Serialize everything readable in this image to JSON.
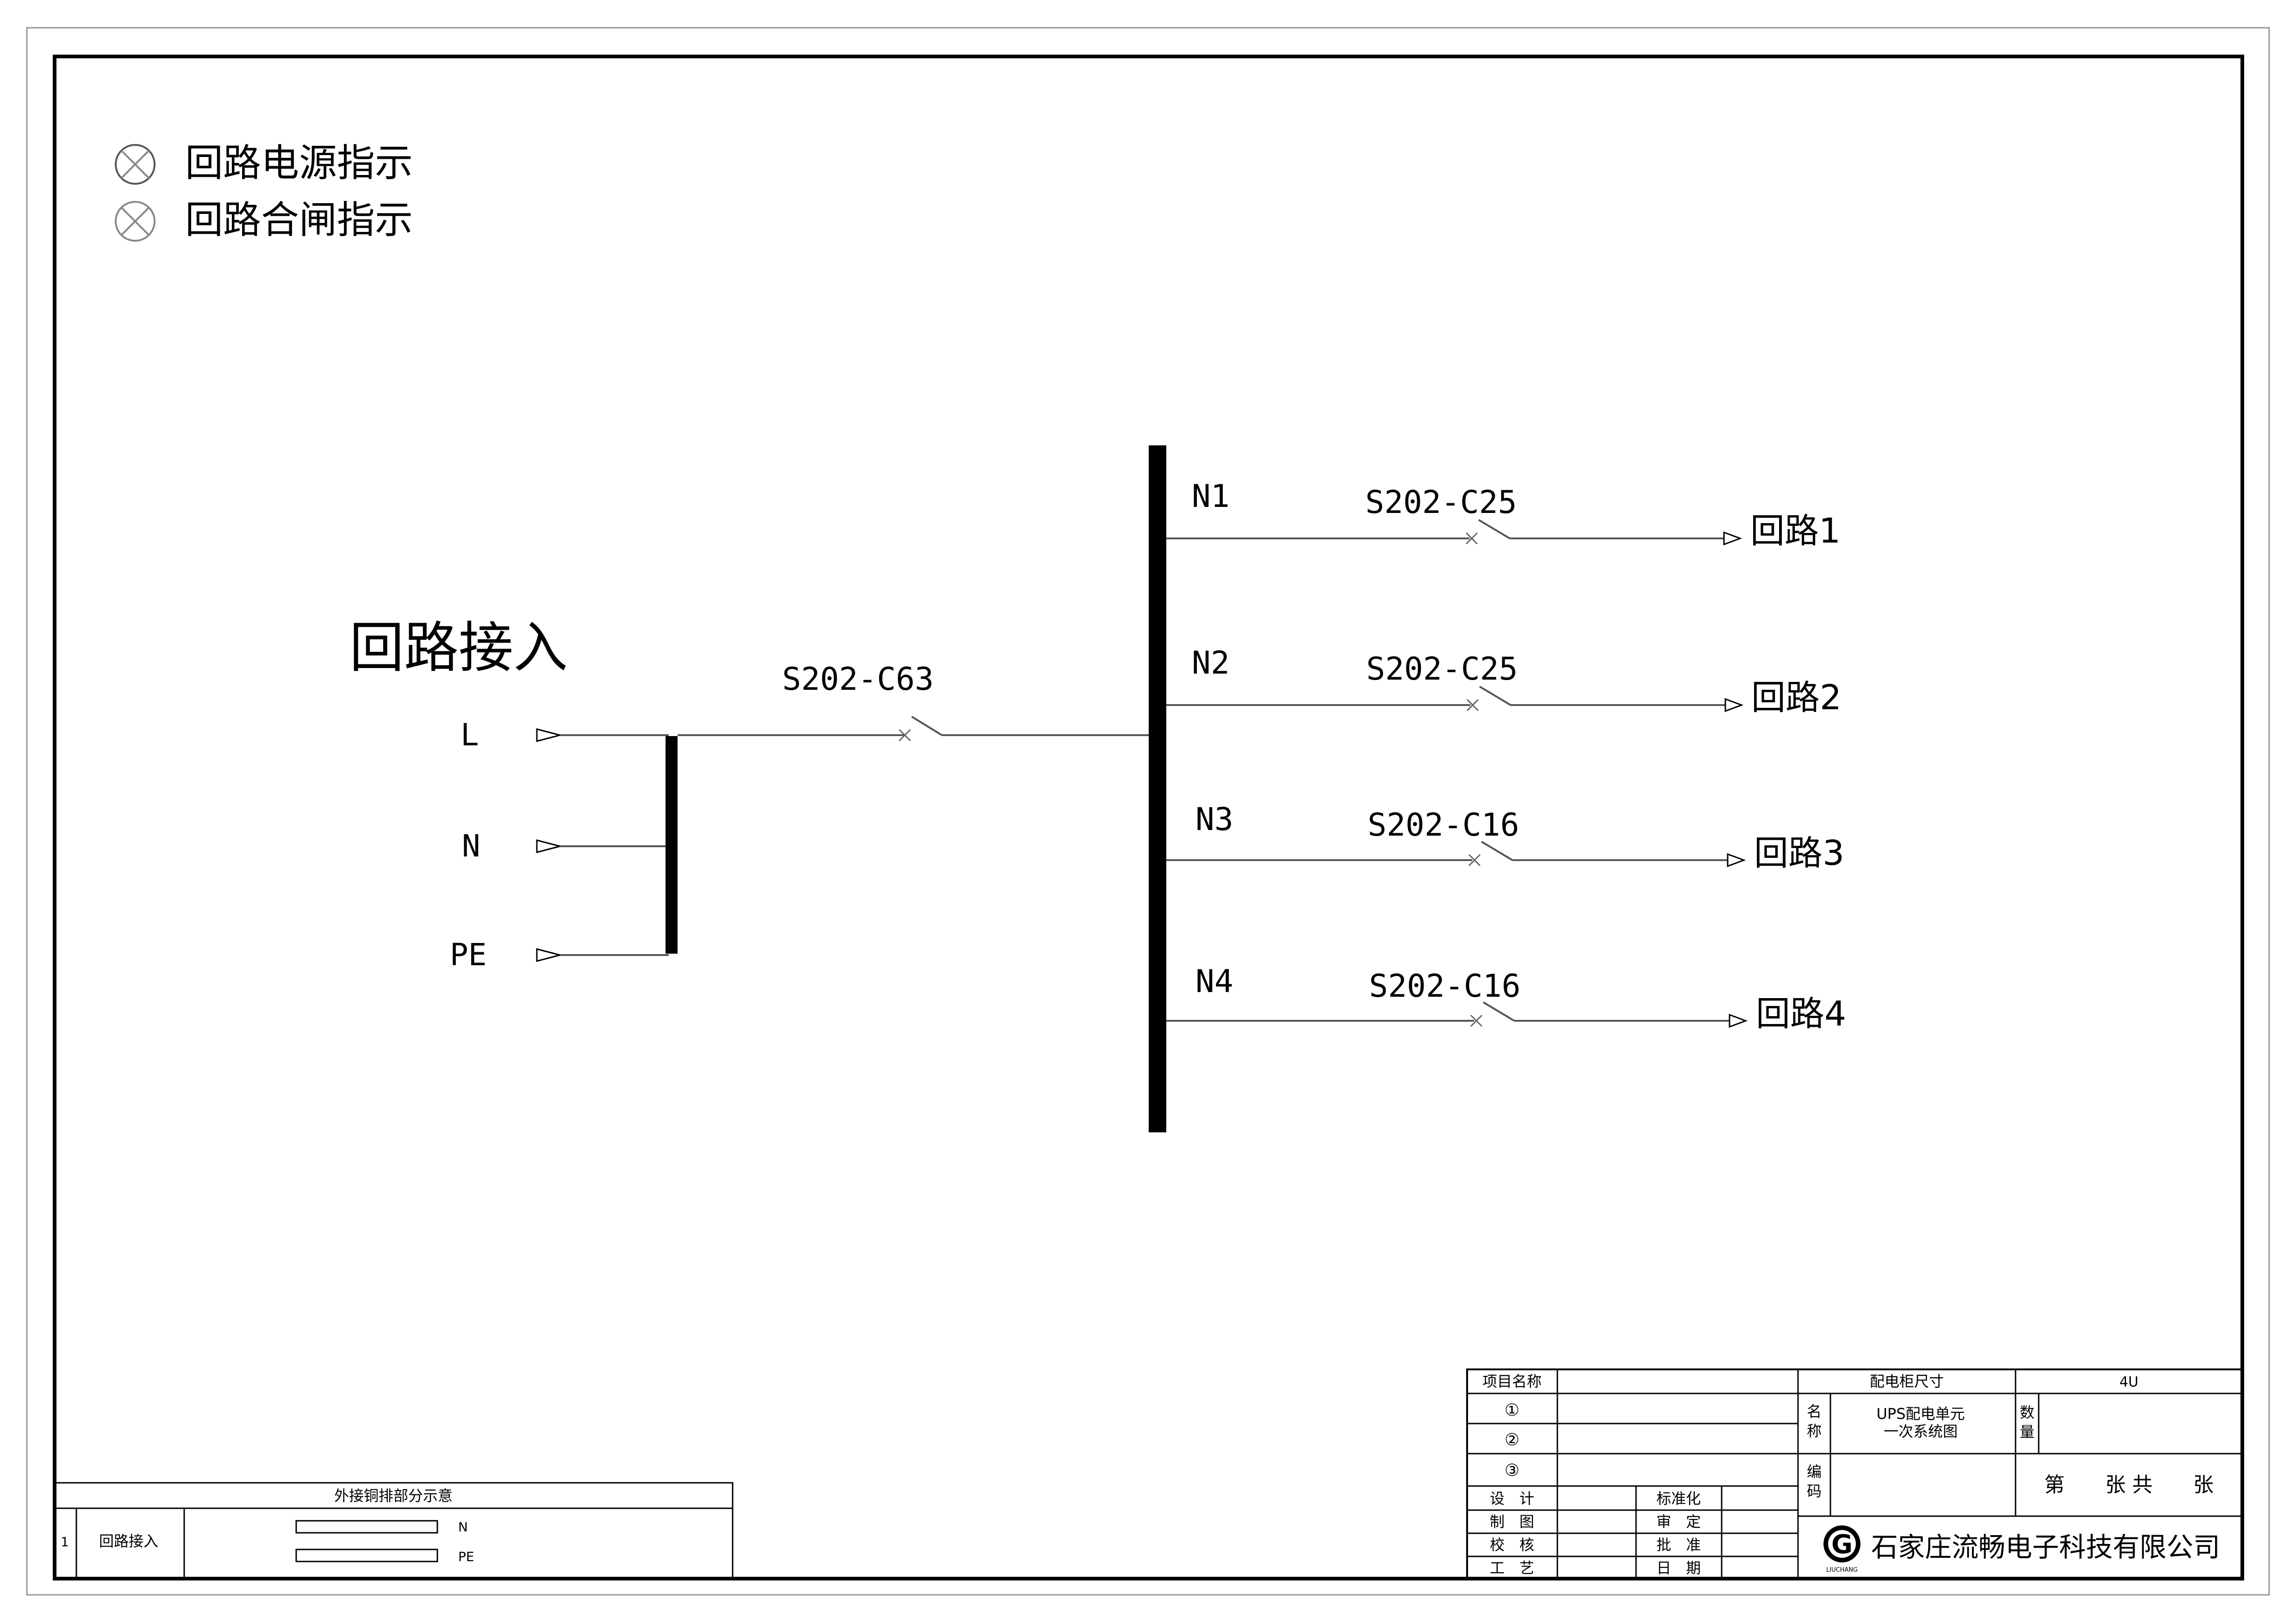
{
  "legend": [
    {
      "icon": "indicator-lamp-icon",
      "label": "回路电源指示"
    },
    {
      "icon": "indicator-lamp-icon",
      "label": "回路合闸指示"
    }
  ],
  "incoming": {
    "title": "回路接入",
    "phases": [
      "L",
      "N",
      "PE"
    ],
    "main_breaker": "S202-C63"
  },
  "branches": [
    {
      "bus": "N1",
      "breaker": "S202-C25",
      "circuit": "回路1"
    },
    {
      "bus": "N2",
      "breaker": "S202-C25",
      "circuit": "回路2"
    },
    {
      "bus": "N3",
      "breaker": "S202-C16",
      "circuit": "回路3"
    },
    {
      "bus": "N4",
      "breaker": "S202-C16",
      "circuit": "回路4"
    }
  ],
  "copper_table": {
    "title": "外接铜排部分示意",
    "row_no": "1",
    "row_label": "回路接入",
    "bars": [
      "N",
      "PE"
    ]
  },
  "title_block": {
    "project_name_label": "项目名称",
    "cabinet_size_label": "配电柜尺寸",
    "cabinet_size_value": "4U",
    "circled": [
      "①",
      "②",
      "③"
    ],
    "name_label": [
      "名",
      "称"
    ],
    "drawing_name": [
      "UPS配电单元",
      "一次系统图"
    ],
    "quantity_label": [
      "数",
      "量"
    ],
    "code_label": [
      "编",
      "码"
    ],
    "sheet_text": "第　　张 共　　张",
    "roles_left": [
      "设　计",
      "制　图",
      "校　核",
      "工　艺"
    ],
    "roles_right": [
      "标准化",
      "审　定",
      "批　准",
      "日　期"
    ],
    "logo_letter": "G",
    "logo_sub": "LIUCHANG",
    "company": "石家庄流畅电子科技有限公司"
  }
}
